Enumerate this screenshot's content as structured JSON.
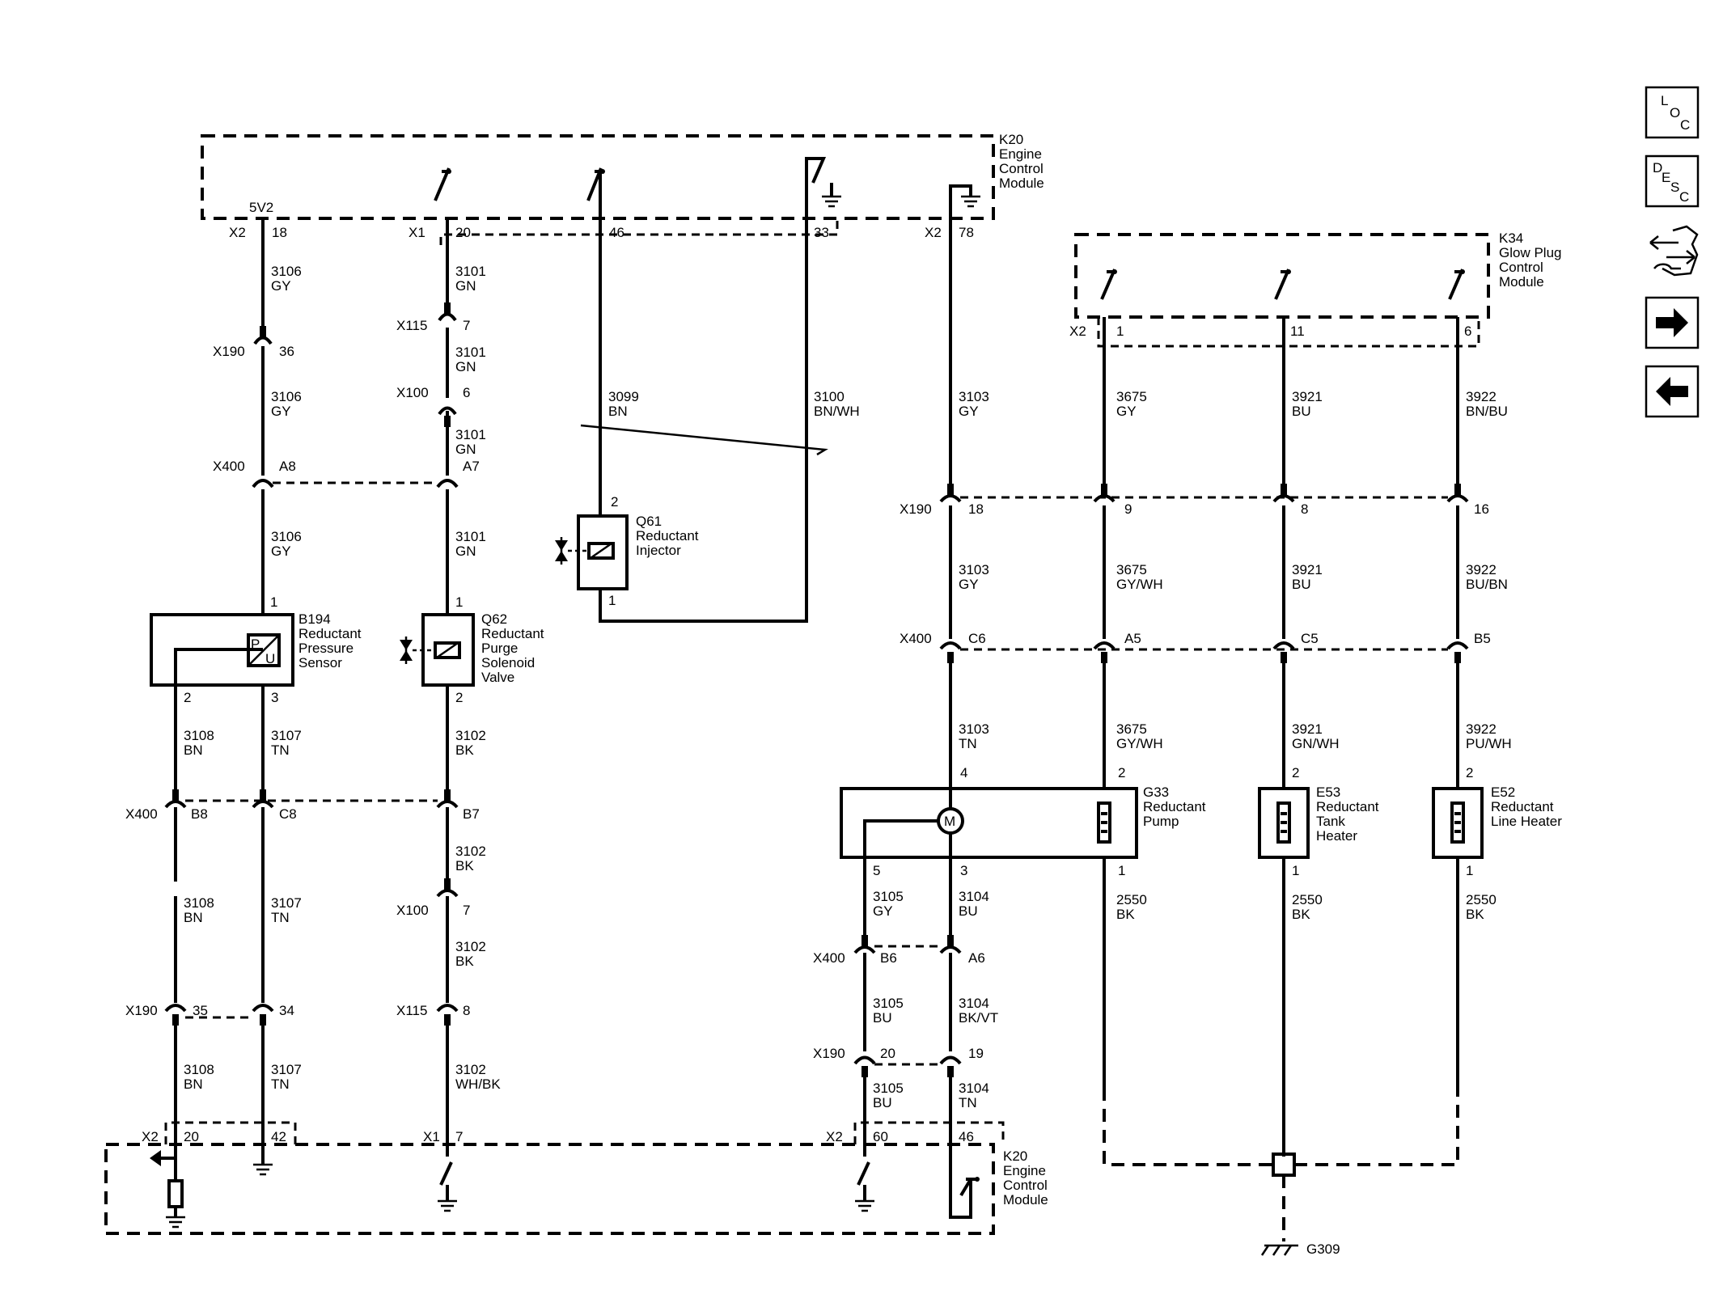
{
  "nav": {
    "loc_letters": [
      "L",
      "O",
      "C"
    ],
    "desc_letters": [
      "D",
      "E",
      "S",
      "C"
    ]
  },
  "modules": {
    "k20_top": [
      "K20",
      "Engine",
      "Control",
      "Module"
    ],
    "k20_bottom": [
      "K20",
      "Engine",
      "Control",
      "Module"
    ],
    "k34": [
      "K34",
      "Glow Plug",
      "Control",
      "Module"
    ]
  },
  "components": {
    "b194": [
      "B194",
      "Reductant",
      "Pressure",
      "Sensor"
    ],
    "q62": [
      "Q62",
      "Reductant",
      "Purge",
      "Solenoid",
      "Valve"
    ],
    "q61": [
      "Q61",
      "Reductant",
      "Injector"
    ],
    "g33": [
      "G33",
      "Reductant",
      "Pump"
    ],
    "e53": [
      "E53",
      "Reductant",
      "Tank",
      "Heater"
    ],
    "e52": [
      "E52",
      "Reductant",
      "Line Heater"
    ],
    "g309": "G309",
    "b194_glyph": [
      "P",
      "U"
    ],
    "g33_motor": "M",
    "supply": "5V2"
  },
  "connectors": {
    "x2_top_18": [
      "X2",
      "18"
    ],
    "x1_top_20": [
      "X1",
      "20"
    ],
    "top_46": "46",
    "top_33": "33",
    "x2_top_78": [
      "X2",
      "78"
    ],
    "x2_k34_1": [
      "X2",
      "1"
    ],
    "k34_11": "11",
    "k34_6": "6",
    "x190_36": [
      "X190",
      "36"
    ],
    "x115_7": [
      "X115",
      "7"
    ],
    "x100_6": [
      "X100",
      "6"
    ],
    "x400_a8": [
      "X400",
      "A8"
    ],
    "x400_a7": "A7",
    "q61_pin2": "2",
    "q61_pin1": "1",
    "x190_18": [
      "X190",
      "18"
    ],
    "x190_9": "9",
    "x190_8": "8",
    "x190_16": "16",
    "b194_pin1": "1",
    "b194_pin2": "2",
    "b194_pin3": "3",
    "q62_pin1": "1",
    "q62_pin2": "2",
    "x400_c6": [
      "X400",
      "C6"
    ],
    "x400_a5": "A5",
    "x400_c5": "C5",
    "x400_b5": "B5",
    "g33_pin4": "4",
    "g33_pin2": "2",
    "g33_pin5": "5",
    "g33_pin3": "3",
    "g33_pin1": "1",
    "e53_pin2": "2",
    "e53_pin1": "1",
    "e52_pin2": "2",
    "e52_pin1": "1",
    "x400_b8": [
      "X400",
      "B8"
    ],
    "x400_c8": "C8",
    "x400_b7": "B7",
    "x100_7": [
      "X100",
      "7"
    ],
    "x190_35": [
      "X190",
      "35"
    ],
    "x190_34": "34",
    "x115_8": [
      "X115",
      "8"
    ],
    "x400_b6": [
      "X400",
      "B6"
    ],
    "x400_a6": "A6",
    "x190_20": [
      "X190",
      "20"
    ],
    "x190_19": "19",
    "x2_bot_20": [
      "X2",
      "20"
    ],
    "bot_42": "42",
    "x1_bot_7": [
      "X1",
      "7"
    ],
    "x2_bot_60": [
      "X2",
      "60"
    ],
    "bot_46": "46"
  },
  "wires": {
    "w3106_a": [
      "3106",
      "GY"
    ],
    "w3101_a": [
      "3101",
      "GN"
    ],
    "w3106_b": [
      "3106",
      "GY"
    ],
    "w3101_b": [
      "3101",
      "GN"
    ],
    "w3101_c": [
      "3101",
      "GN"
    ],
    "w3099": [
      "3099",
      "BN"
    ],
    "w3100": [
      "3100",
      "BN/WH"
    ],
    "w3103_a": [
      "3103",
      "GY"
    ],
    "w3675_a": [
      "3675",
      "GY"
    ],
    "w3921_a": [
      "3921",
      "BU"
    ],
    "w3922_a": [
      "3922",
      "BN/BU"
    ],
    "w3106_c": [
      "3106",
      "GY"
    ],
    "w3101_d": [
      "3101",
      "GN"
    ],
    "w3103_b": [
      "3103",
      "GY"
    ],
    "w3675_b": [
      "3675",
      "GY/WH"
    ],
    "w3921_b": [
      "3921",
      "BU"
    ],
    "w3922_b": [
      "3922",
      "BU/BN"
    ],
    "w3103_c": [
      "3103",
      "TN"
    ],
    "w3675_c": [
      "3675",
      "GY/WH"
    ],
    "w3921_c": [
      "3921",
      "GN/WH"
    ],
    "w3922_c": [
      "3922",
      "PU/WH"
    ],
    "w3108_a": [
      "3108",
      "BN"
    ],
    "w3107_a": [
      "3107",
      "TN"
    ],
    "w3102_a": [
      "3102",
      "BK"
    ],
    "w3102_b": [
      "3102",
      "BK"
    ],
    "w3108_b": [
      "3108",
      "BN"
    ],
    "w3107_b": [
      "3107",
      "TN"
    ],
    "w3102_c": [
      "3102",
      "BK"
    ],
    "w3105_a": [
      "3105",
      "GY"
    ],
    "w3104_a": [
      "3104",
      "BU"
    ],
    "w2550_a": [
      "2550",
      "BK"
    ],
    "w2550_b": [
      "2550",
      "BK"
    ],
    "w2550_c": [
      "2550",
      "BK"
    ],
    "w3105_b": [
      "3105",
      "BU"
    ],
    "w3104_b": [
      "3104",
      "BK/VT"
    ],
    "w3108_c": [
      "3108",
      "BN"
    ],
    "w3107_c": [
      "3107",
      "TN"
    ],
    "w3102_d": [
      "3102",
      "WH/BK"
    ],
    "w3105_c": [
      "3105",
      "BU"
    ],
    "w3104_c": [
      "3104",
      "TN"
    ]
  }
}
